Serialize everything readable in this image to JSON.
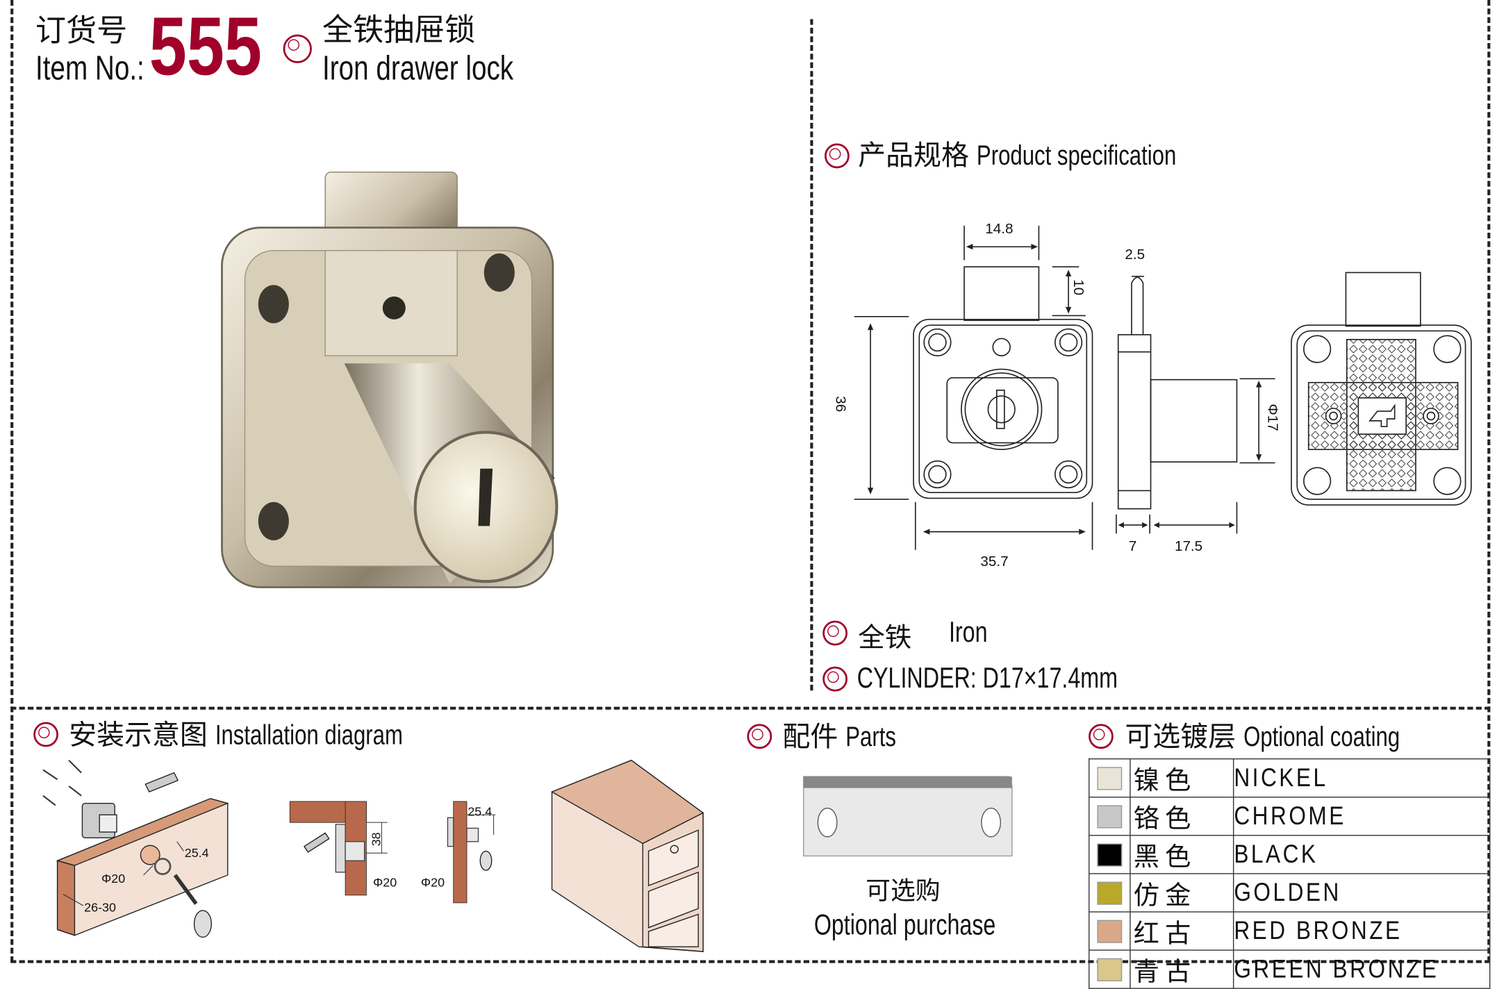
{
  "colors": {
    "accent": "#a0002a",
    "wood": "#b9694b",
    "wood_face": "#f3e1d6"
  },
  "header": {
    "item_no_cn": "订货号",
    "item_no_en": "Item No.:",
    "item_number": "555",
    "product_cn": "全铁抽屉锁",
    "product_en": "Iron drawer lock"
  },
  "spec": {
    "heading_cn": "产品规格",
    "heading_en": "Product specification",
    "dimensions": {
      "bolt_width": "14.8",
      "bolt_height": "10",
      "height": "36",
      "width": "35.7",
      "bolt_thickness": "2.5",
      "plate_thickness": "7",
      "cylinder_length": "17.5",
      "cylinder_diameter": "Φ17"
    }
  },
  "material": {
    "cn": "全铁",
    "en": "Iron"
  },
  "cylinder": {
    "text": "CYLINDER: D17×17.4mm"
  },
  "installation": {
    "heading_cn": "安装示意图",
    "heading_en": "Installation diagram",
    "labels": {
      "a_offset": "25.4",
      "a_hole": "Φ20",
      "a_thickness": "26-30",
      "b_height": "38",
      "b_hole": "Φ20",
      "c_offset": "25.4",
      "c_hole": "Φ20"
    }
  },
  "parts": {
    "heading_cn": "配件",
    "heading_en": "Parts",
    "optional_cn": "可选购",
    "optional_en": "Optional purchase"
  },
  "coating": {
    "heading_cn": "可选镀层",
    "heading_en": "Optional coating",
    "rows": [
      {
        "cn": "镍色",
        "en": "NICKEL",
        "color": "#e8e4d8"
      },
      {
        "cn": "铬色",
        "en": "CHROME",
        "color": "#c8c8c8"
      },
      {
        "cn": "黑色",
        "en": "BLACK",
        "color": "#000000"
      },
      {
        "cn": "仿金",
        "en": "GOLDEN",
        "color": "#b9a92a"
      },
      {
        "cn": "红古",
        "en": "RED BRONZE",
        "color": "#d9a888"
      },
      {
        "cn": "青古",
        "en": "GREEN BRONZE",
        "color": "#d9c88a"
      }
    ]
  }
}
